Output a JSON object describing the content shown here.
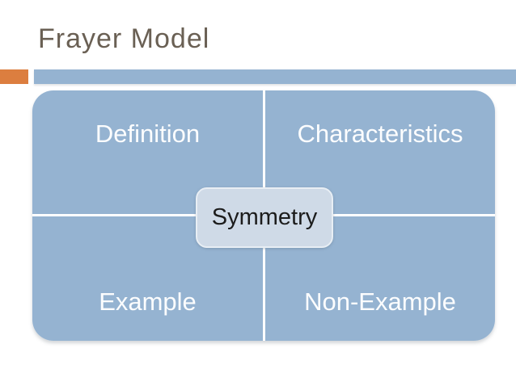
{
  "slide": {
    "title": "Frayer Model"
  },
  "frayer_model": {
    "center_term": "Symmetry",
    "quadrants": [
      {
        "position": "top-left",
        "label": "Definition"
      },
      {
        "position": "top-right",
        "label": "Characteristics"
      },
      {
        "position": "bottom-left",
        "label": "Example"
      },
      {
        "position": "bottom-right",
        "label": "Non-Example"
      }
    ]
  },
  "colors": {
    "accent_orange": "#dc7e3f",
    "accent_blue": "#95b3d1",
    "quadrant_fill": "#95b3d1",
    "quadrant_text": "#fcfdfe",
    "center_box_fill": "#cfdae7",
    "center_box_border": "#e8eef4",
    "center_text": "#1c1c1c",
    "title_text": "#6a6054",
    "background": "#ffffff"
  }
}
